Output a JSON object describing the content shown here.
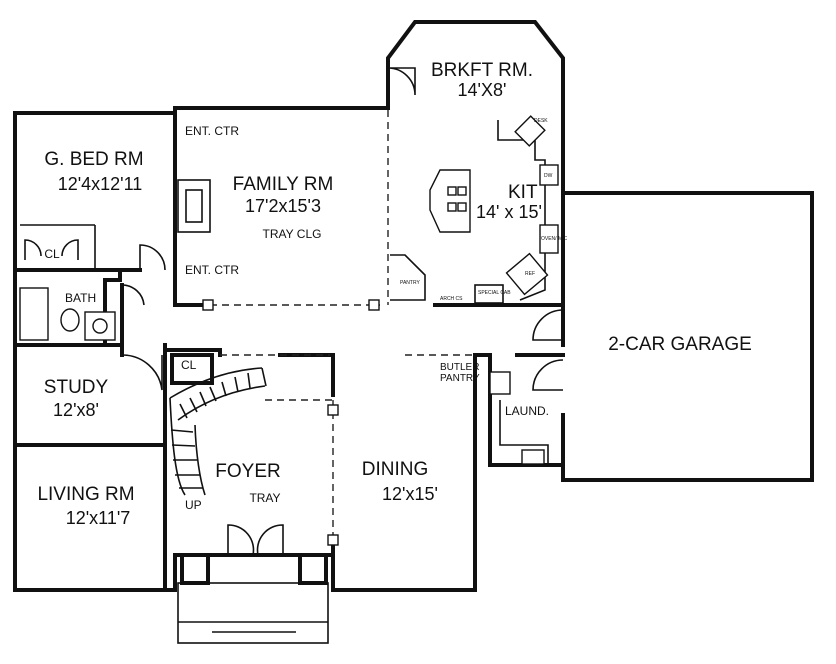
{
  "rooms": {
    "brkft": {
      "name": "BRKFT RM.",
      "dims": "14'X8'"
    },
    "gbed": {
      "name": "G. BED RM",
      "dims": "12'4x12'11"
    },
    "family": {
      "name": "FAMILY RM",
      "dims": "17'2x15'3",
      "note": "TRAY CLG"
    },
    "kit": {
      "name": "KIT",
      "dims": "14' x 15'"
    },
    "garage": {
      "name": "2-CAR GARAGE"
    },
    "bath": {
      "name": "BATH"
    },
    "study": {
      "name": "STUDY",
      "dims": "12'x8'"
    },
    "butler": {
      "name": "BUTLER",
      "name2": "PANTRY"
    },
    "laund": {
      "name": "LAUND."
    },
    "living": {
      "name": "LIVING RM",
      "dims": "12'x11'7"
    },
    "foyer": {
      "name": "FOYER",
      "note": "TRAY"
    },
    "dining": {
      "name": "DINING",
      "dims": "12'x15'"
    }
  },
  "labels": {
    "ent_ctr_top": "ENT. CTR",
    "ent_ctr_bottom": "ENT. CTR",
    "cl_bed": "CL",
    "cl_stair": "CL",
    "up": "UP",
    "dw": "DW",
    "oven_mic": "OVEN/ MIC",
    "pantry_small": "PANTRY",
    "arch_cs": "ARCH CS",
    "spec_cab": "SPECIAL CAB",
    "ref": "REF",
    "desk": "DESK"
  }
}
